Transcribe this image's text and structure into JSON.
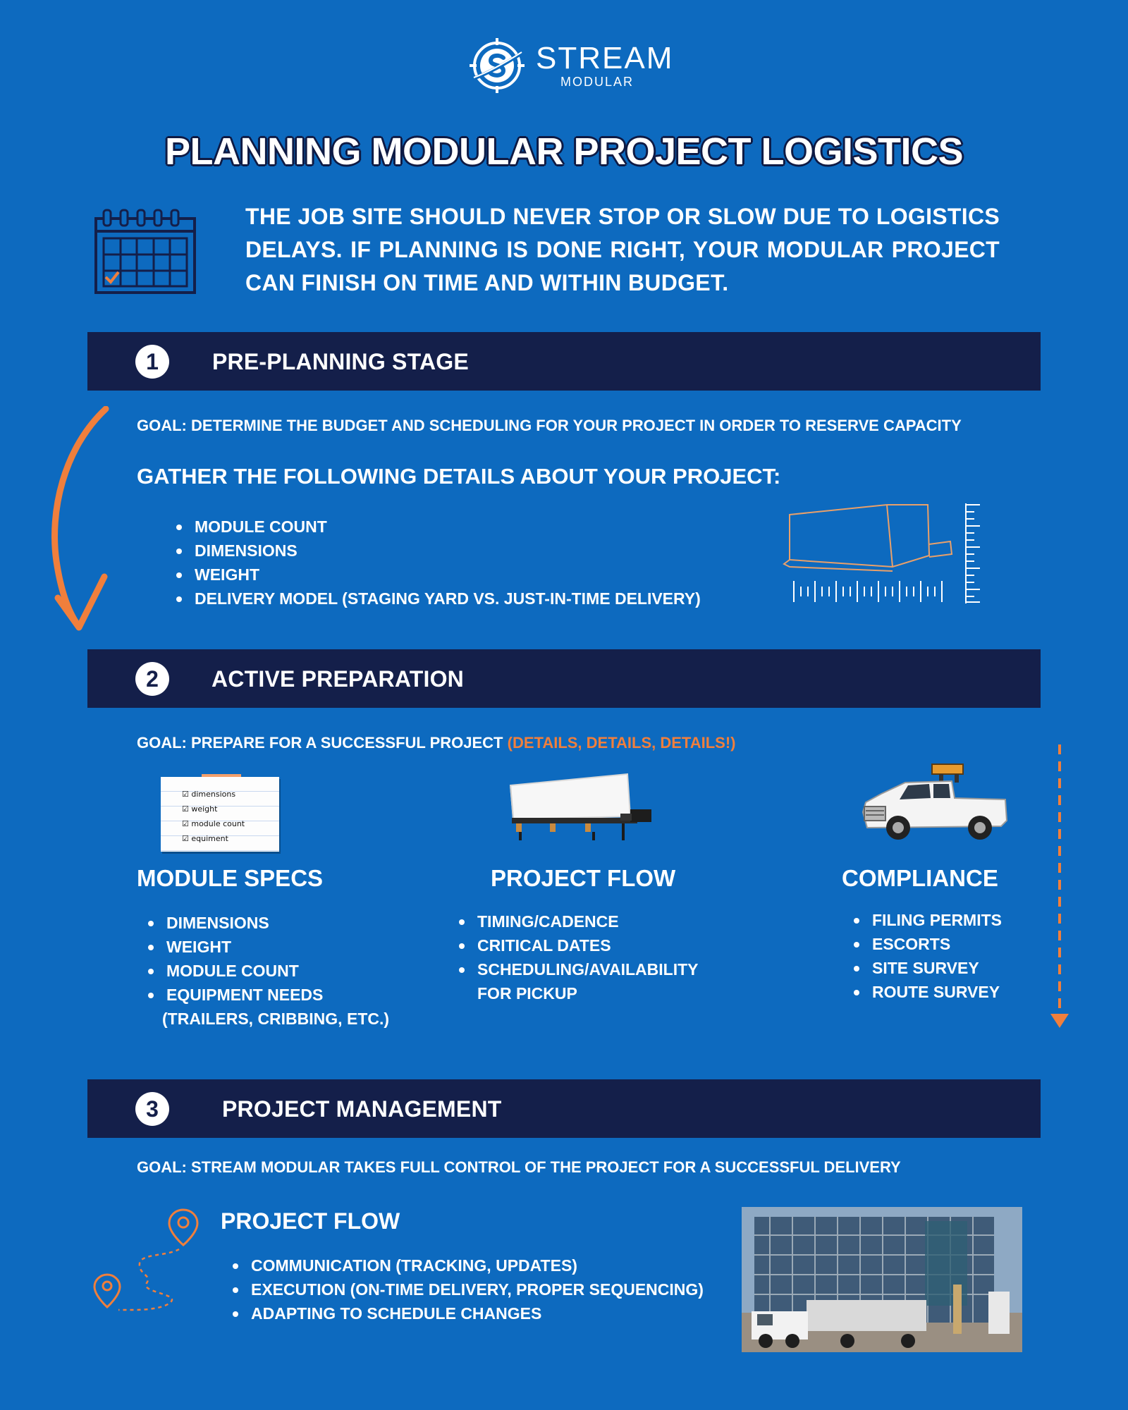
{
  "brand": {
    "name": "STREAM",
    "sub": "MODULAR"
  },
  "title": "PLANNING MODULAR PROJECT LOGISTICS",
  "intro": "THE JOB SITE SHOULD NEVER STOP OR SLOW DUE TO LOGISTICS DELAYS. IF PLANNING IS DONE RIGHT, YOUR MODULAR PROJECT CAN FINISH ON TIME AND WITHIN BUDGET.",
  "colors": {
    "background": "#0d6abf",
    "bar": "#141f4a",
    "accent": "#f07f3c"
  },
  "sections": [
    {
      "number": "1",
      "title": "PRE-PLANNING STAGE",
      "goal": "GOAL: DETERMINE THE BUDGET AND SCHEDULING FOR YOUR PROJECT IN ORDER TO RESERVE CAPACITY",
      "subheading": "GATHER THE FOLLOWING DETAILS ABOUT YOUR PROJECT:",
      "items": [
        "MODULE COUNT",
        "DIMENSIONS",
        "WEIGHT",
        "DELIVERY MODEL (STAGING YARD VS. JUST-IN-TIME DELIVERY)"
      ],
      "icons": [
        "curved-arrow-icon",
        "module-measure-icon"
      ]
    },
    {
      "number": "2",
      "title": "ACTIVE PREPARATION",
      "goal": "GOAL: PREPARE FOR A SUCCESSFUL PROJECT",
      "goal_accent": "(DETAILS, DETAILS, DETAILS!)",
      "checklist_note": [
        "dimensions",
        "weight",
        "module count",
        "equiment"
      ],
      "columns": [
        {
          "heading": "MODULE SPECS",
          "items": [
            "DIMENSIONS",
            "WEIGHT",
            "MODULE COUNT",
            "EQUIPMENT NEEDS"
          ],
          "extra_line": "(TRAILERS, CRIBBING, ETC.)"
        },
        {
          "heading": "PROJECT FLOW",
          "items": [
            "TIMING/CADENCE",
            "CRITICAL DATES",
            "SCHEDULING/AVAILABILITY"
          ],
          "extra_line": "FOR PICKUP"
        },
        {
          "heading": "COMPLIANCE",
          "items": [
            "FILING PERMITS",
            "ESCORTS",
            "SITE SURVEY",
            "ROUTE SURVEY"
          ]
        }
      ],
      "icons": [
        "checklist-note-icon",
        "module-trailer-icon",
        "pickup-truck-icon",
        "dashed-arrow-icon"
      ]
    },
    {
      "number": "3",
      "title": "PROJECT MANAGEMENT",
      "goal": "GOAL: STREAM MODULAR TAKES FULL CONTROL OF THE PROJECT FOR A SUCCESSFUL DELIVERY",
      "subheading": "PROJECT FLOW",
      "items": [
        "COMMUNICATION (TRACKING, UPDATES)",
        "EXECUTION (ON-TIME DELIVERY, PROPER SEQUENCING)",
        "ADAPTING TO SCHEDULE CHANGES"
      ],
      "icons": [
        "route-pins-icon",
        "construction-site-photo"
      ]
    }
  ]
}
